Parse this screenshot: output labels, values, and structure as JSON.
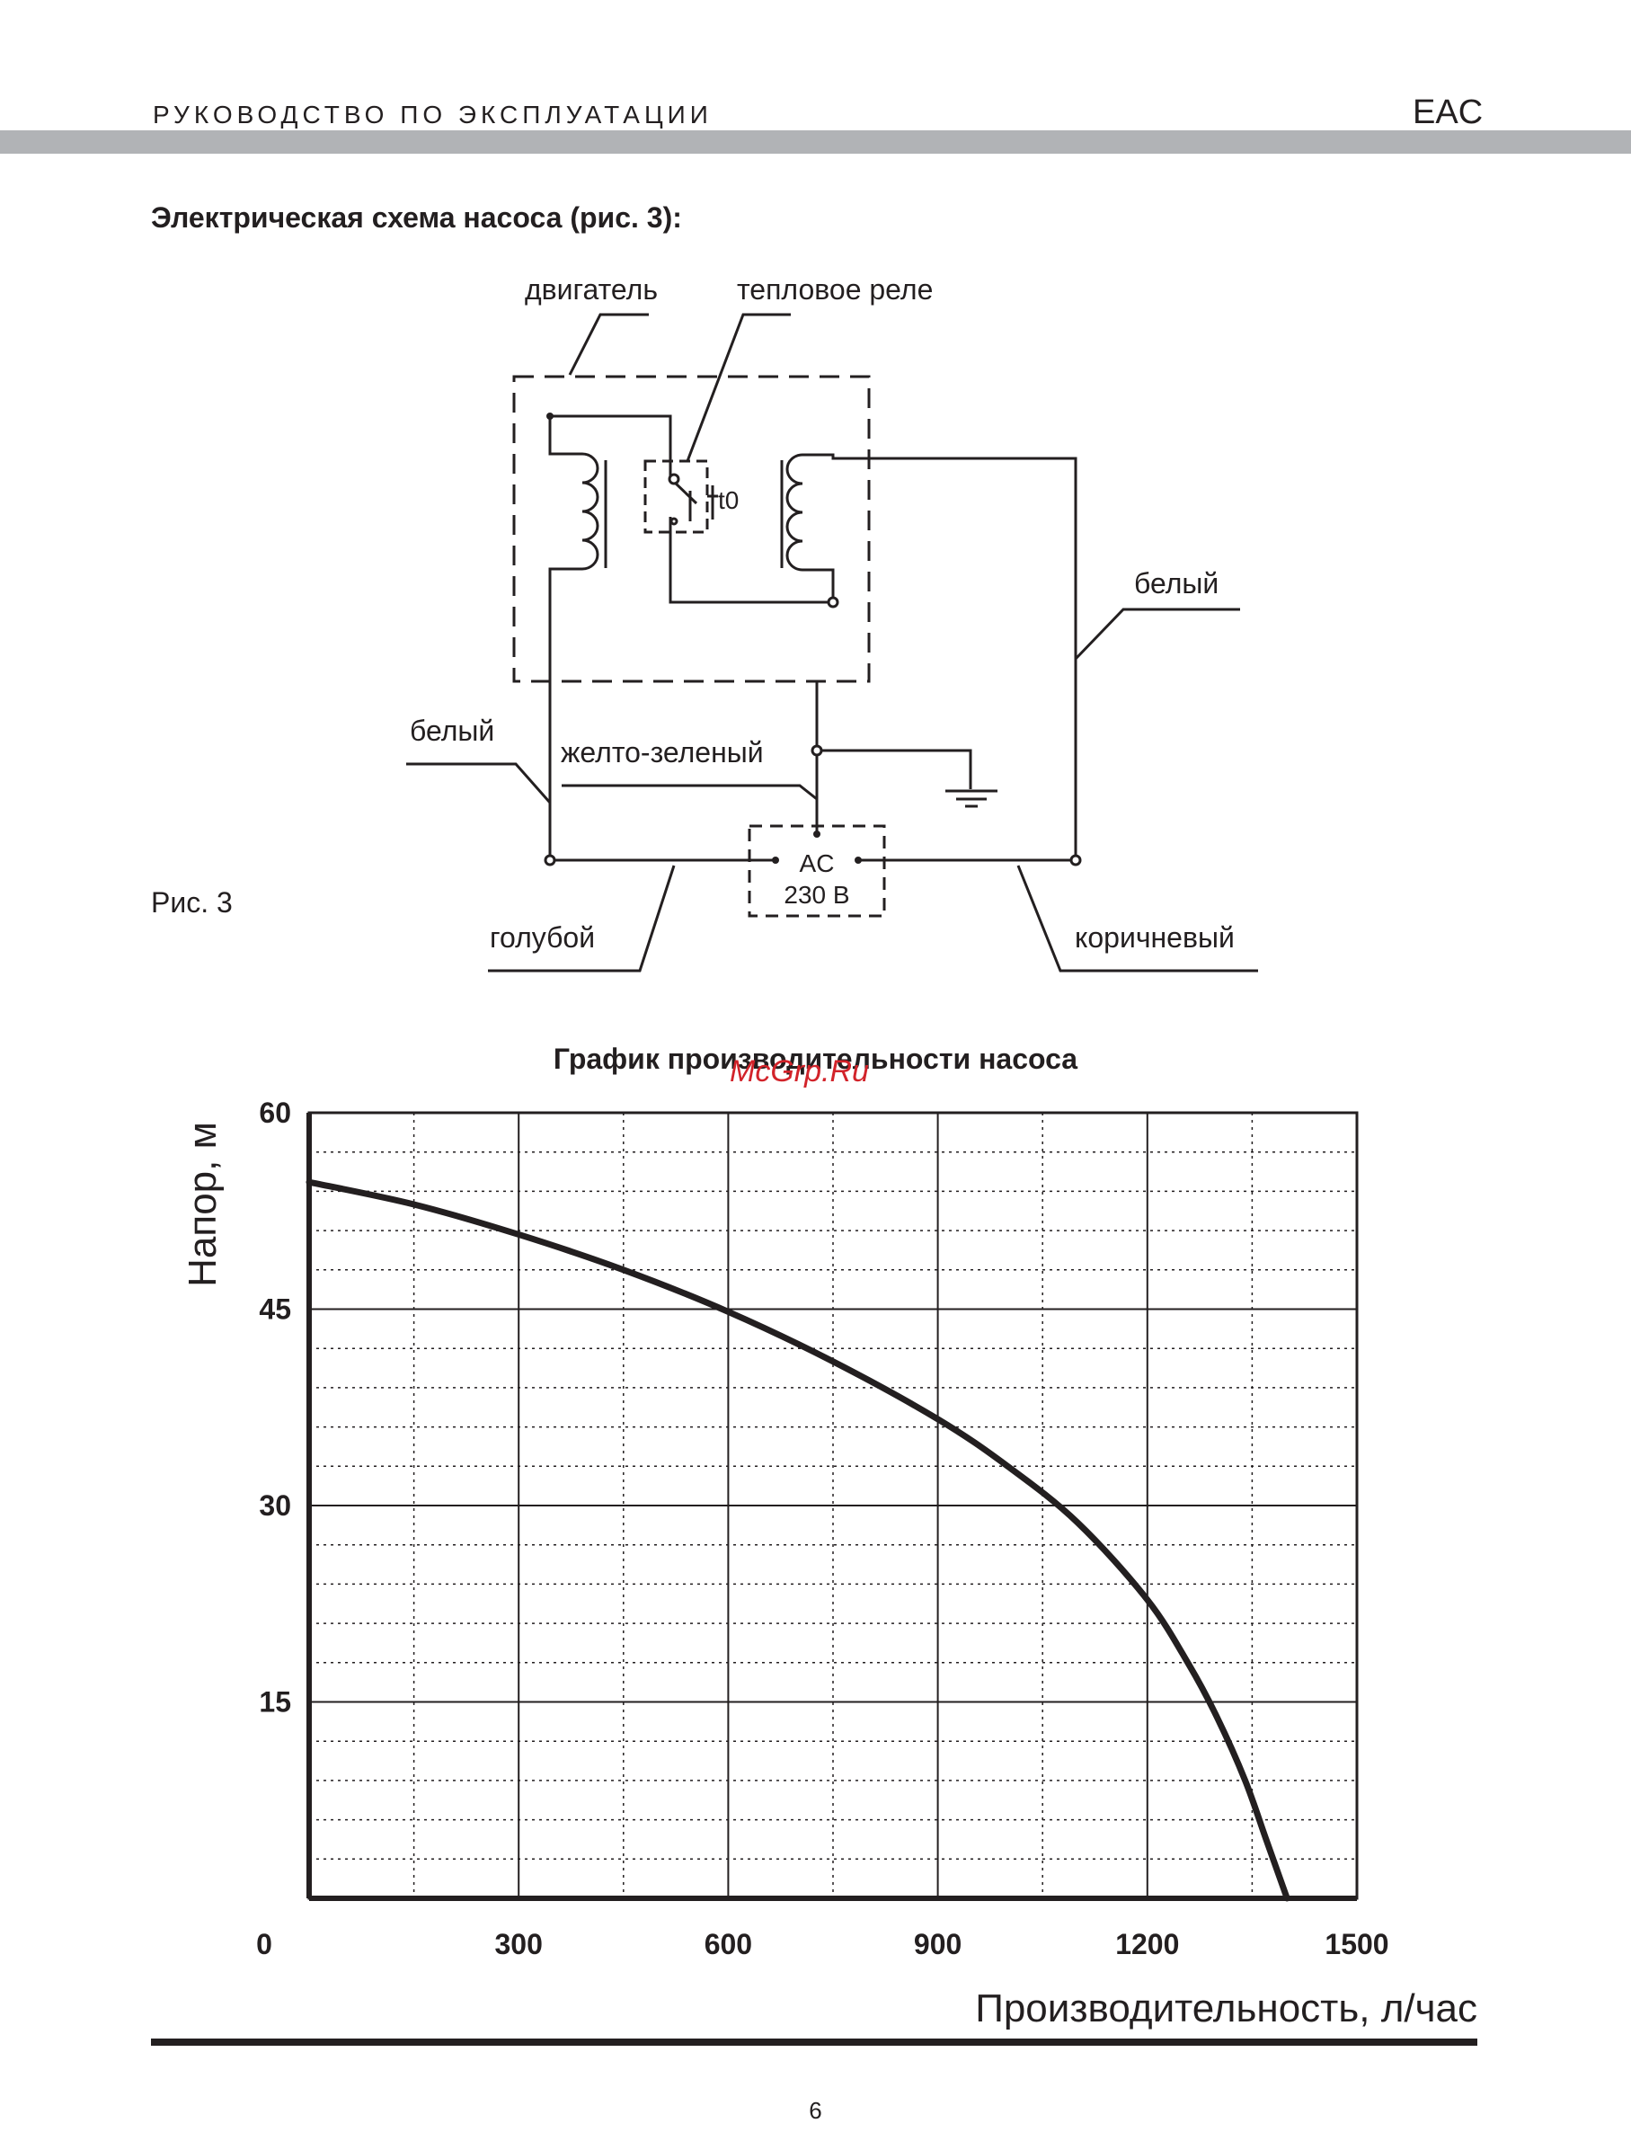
{
  "header": {
    "title": "РУКОВОДСТВО ПО ЭКСПЛУАТАЦИИ",
    "mark": "EAC"
  },
  "section_title": "Электрическая схема насоса (рис. 3):",
  "schematic": {
    "labels": {
      "motor": "двигатель",
      "thermal_relay": "тепловое реле",
      "relay_symbol": "t0",
      "white_right": "белый",
      "white_left": "белый",
      "yellow_green": "желто-зеленый",
      "source_line1": "AC",
      "source_line2": "230 В",
      "blue": "голубой",
      "brown": "коричневый"
    }
  },
  "figure_caption": "Рис. 3",
  "watermark": "McGrp.Ru",
  "page_number": "6",
  "colors": {
    "ink": "#231f20",
    "header_band": "#b1b3b6",
    "watermark": "#d2232a"
  },
  "chart_data": {
    "type": "line",
    "title": "График производительности насоса",
    "xlabel": "Производительность, л/час",
    "ylabel": "Напор, м",
    "xlim": [
      0,
      1500
    ],
    "ylim": [
      0,
      60
    ],
    "x_ticks": [
      "0",
      "300",
      "600",
      "900",
      "1200",
      "1500"
    ],
    "y_ticks": [
      "15",
      "30",
      "45",
      "60"
    ],
    "grid": true,
    "series": [
      {
        "x": [
          0,
          150,
          300,
          450,
          600,
          750,
          900,
          1000,
          1100,
          1200,
          1260,
          1300,
          1340,
          1370,
          1400
        ],
        "y": [
          54.7,
          53.0,
          50.7,
          48.0,
          44.8,
          41.0,
          36.6,
          33.0,
          28.7,
          22.8,
          17.8,
          13.8,
          9.0,
          4.5,
          0
        ]
      }
    ]
  }
}
